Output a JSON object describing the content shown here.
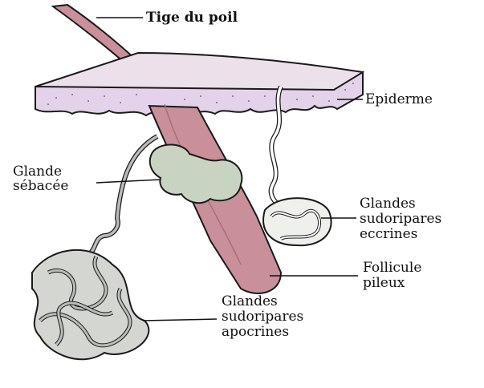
{
  "labels": {
    "hair_shaft": "Tige du poil",
    "epidermis": "Epiderme",
    "sebaceous_line1": "Glande",
    "sebaceous_line2": "sébacée",
    "eccrine_line1": "Glandes",
    "eccrine_line2": "sudoripares",
    "eccrine_line3": "eccrines",
    "follicle_line1": "Follicule",
    "follicle_line2": "pileux",
    "apocrine_line1": "Glandes",
    "apocrine_line2": "sudoripares",
    "apocrine_line3": "apocrines"
  },
  "colors": {
    "skin_top": "#e9dde7",
    "epidermis_dots": "#e4d2ea",
    "hair_follicle": "#c98f9a",
    "gland_green": "#c9d3c2",
    "coil_grey": "#b9bdb8",
    "outline": "#1a1a1a"
  }
}
